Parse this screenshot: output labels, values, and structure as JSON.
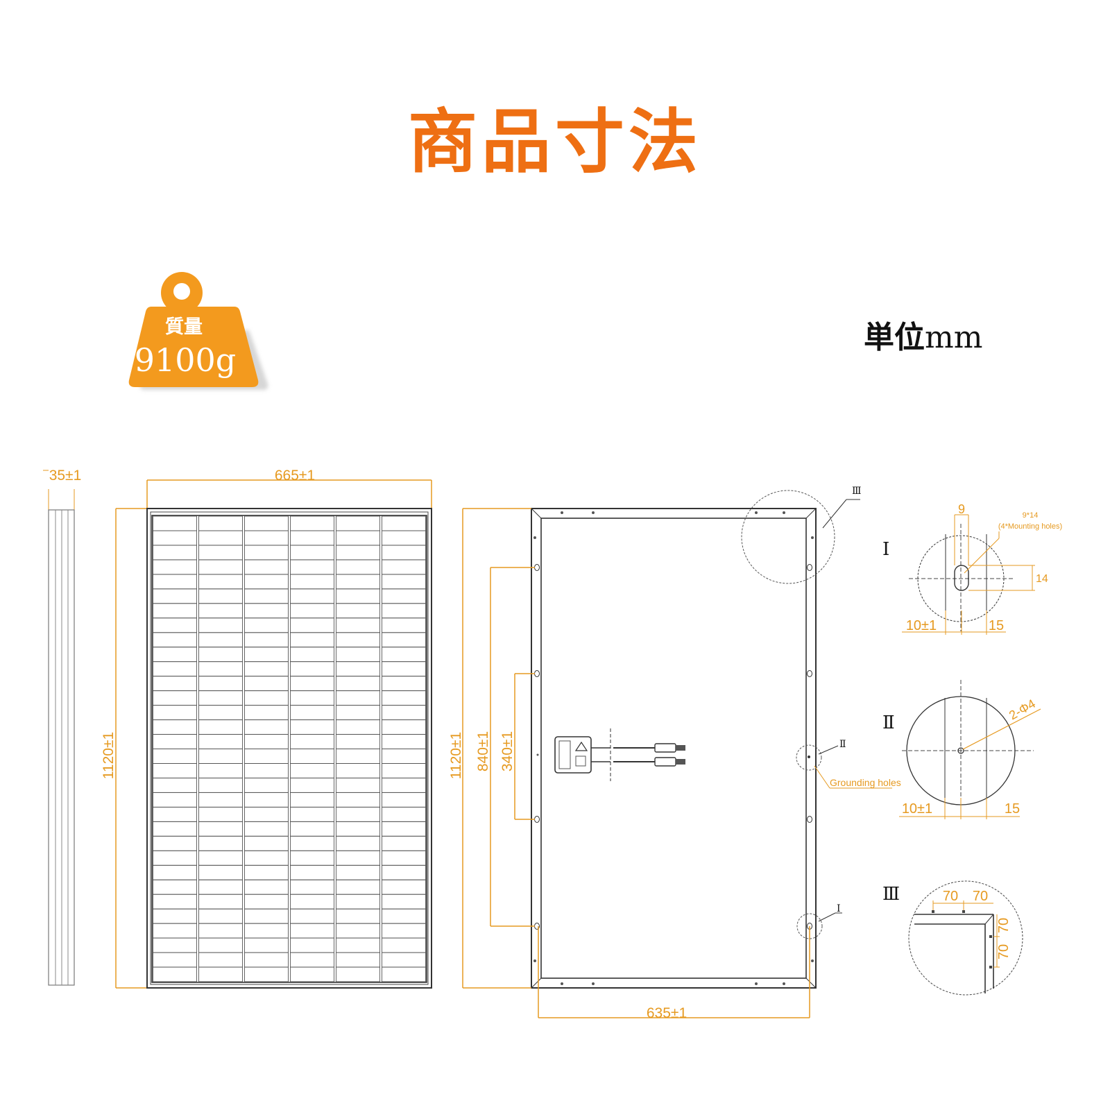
{
  "title": "商品寸法",
  "unit": {
    "label": "単位",
    "value": "mm"
  },
  "weight_badge": {
    "label": "質量",
    "value": "9100g",
    "color": "#f39a1e"
  },
  "colors": {
    "accent": "#ee6f13",
    "dimension": "#e69a21",
    "line": "#333333"
  },
  "side_view": {
    "thickness": "35±1"
  },
  "front_view": {
    "width": "665±1",
    "height": "1120±1",
    "cell_columns": 6,
    "cell_rows": 32
  },
  "back_view": {
    "height": "1120±1",
    "mount_spacing": "840±1",
    "ground_spacing": "340±1",
    "bottom_width": "635±1",
    "callout_1": "Ⅰ",
    "callout_2": "Ⅱ",
    "callout_3": "Ⅲ",
    "grounding_label": "Grounding holes"
  },
  "details": {
    "I": {
      "label": "Ⅰ",
      "slot_width": "9",
      "slot_spec": "9*14",
      "slot_note": "(4*Mounting holes)",
      "slot_height": "14",
      "offset": "10±1",
      "edge": "15"
    },
    "II": {
      "label": "Ⅱ",
      "hole_spec": "2-Φ4",
      "offset": "10±1",
      "edge": "15"
    },
    "III": {
      "label": "Ⅲ",
      "a": "70",
      "b": "70",
      "c": "70",
      "d": "70"
    }
  }
}
